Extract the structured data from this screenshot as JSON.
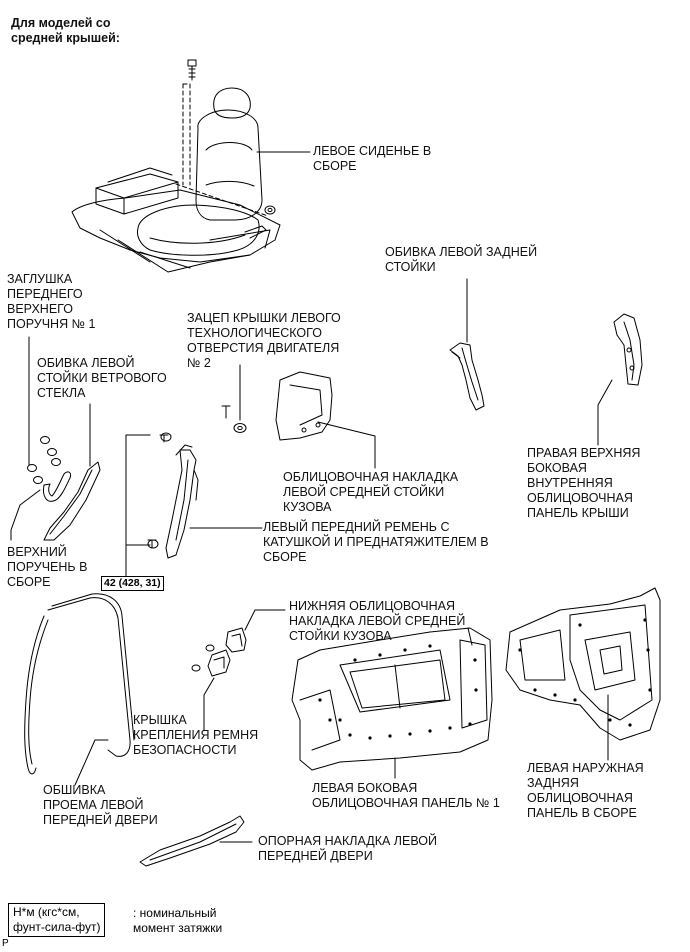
{
  "title": "Для моделей со\nсредней крышей:",
  "labels": {
    "seat": "ЛЕВОЕ СИДЕНЬЕ В\nСБОРЕ",
    "rear_pillar_trim": "ОБИВКА ЛЕВОЙ ЗАДНЕЙ\nСТОЙКИ",
    "grip_plug": "ЗАГЛУШКА\nПЕРЕДНЕГО\nВЕРХНЕГО\nПОРУЧНЯ № 1",
    "windshield_pillar": "ОБИВКА ЛЕВОЙ\nСТОЙКИ ВЕТРОВОГО\nСТЕКЛА",
    "engine_hook": "ЗАЦЕП КРЫШКИ ЛЕВОГО\nТЕХНОЛОГИЧЕСКОГО\nОТВЕРСТИЯ ДВИГАТЕЛЯ\n№ 2",
    "right_roof_panel": "ПРАВАЯ ВЕРХНЯЯ\nБОКОВАЯ\nВНУТРЕННЯЯ\nОБЛИЦОВОЧНАЯ\nПАНЕЛЬ КРЫШИ",
    "center_pillar_upper": "ОБЛИЦОВОЧНАЯ НАКЛАДКА\nЛЕВОЙ СРЕДНЕЙ СТОЙКИ\nКУЗОВА",
    "assist_grip": "ВЕРХНИЙ\nПОРУЧЕНЬ В\nСБОРЕ",
    "seat_belt": "ЛЕВЫЙ ПЕРЕДНИЙ РЕМЕНЬ С\nКАТУШКОЙ И ПРЕДНАТЯЖИТЕЛЕМ В\nСБОРЕ",
    "center_pillar_lower": "НИЖНЯЯ ОБЛИЦОВОЧНАЯ\nНАКЛАДКА ЛЕВОЙ СРЕДНЕЙ\nСТОЙКИ КУЗОВА",
    "belt_cover": "КРЫШКА\nКРЕПЛЕНИЯ РЕМНЯ\nБЕЗОПАСНОСТИ",
    "side_panel_1": "ЛЕВАЯ БОКОВАЯ\nОБЛИЦОВОЧНАЯ ПАНЕЛЬ № 1",
    "rear_outer_panel": "ЛЕВАЯ НАРУЖНАЯ\nЗАДНЯЯ\nОБЛИЦОВОЧНАЯ\nПАНЕЛЬ В СБОРЕ",
    "door_weatherstrip": "ОБШИВКА\nПРОЕМА ЛЕВОЙ\nПЕРЕДНЕЙ ДВЕРИ",
    "scuff_plate": "ОПОРНАЯ НАКЛАДКА ЛЕВОЙ\nПЕРЕДНЕЙ ДВЕРИ"
  },
  "torque_value": "42 (428, 31)",
  "legend": {
    "box": "Н*м (кгс*см,\nфунт-сила-фут)",
    "text": ": номинальный\nмомент затяжки"
  },
  "footer": "P"
}
